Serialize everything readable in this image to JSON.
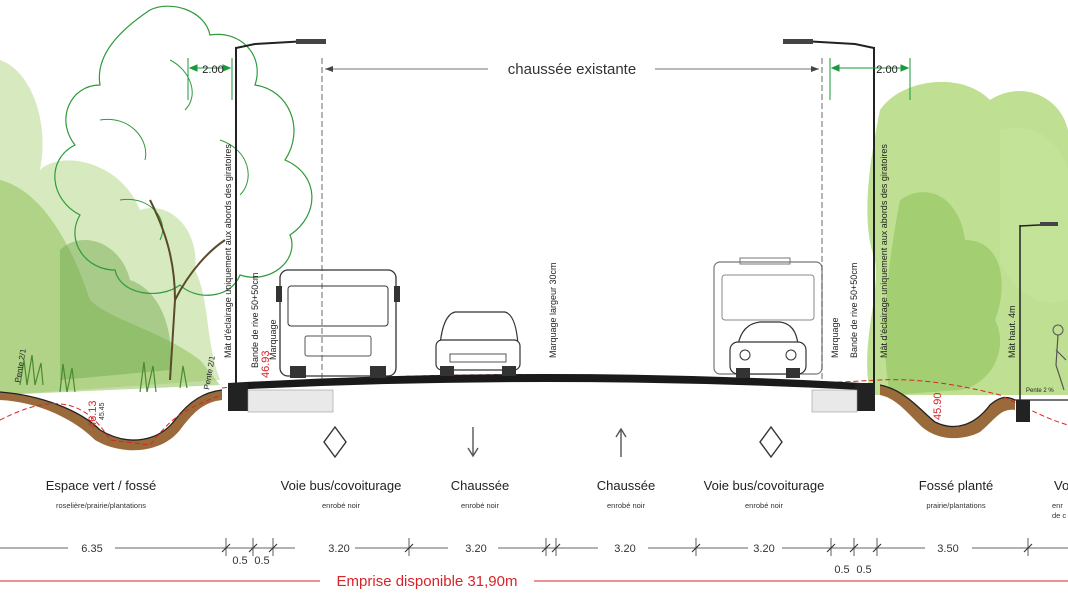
{
  "title": "chaussée existante",
  "dims_top": {
    "left": "2.00",
    "right": "2.00"
  },
  "vertical_labels": {
    "mast_left": "Mât d'éclairage uniquement aux abords des giratoires",
    "band_left": "Bande de rive 50+50cm",
    "mark_left": "Marquage",
    "mark_center": "Marquage largeur 30cm",
    "mark_right": "Marquage",
    "band_right": "Bande de rive 50+50cm",
    "mast_right": "Mât d'éclairage uniquement aux abords des giratoires",
    "mast_small": "Mât haut. 4m"
  },
  "slopes": {
    "left_far": "Pente 2/1",
    "left_near": "Pente 2/1",
    "right": "Pente 2 %"
  },
  "levels": {
    "l1": "46.93",
    "l2": "46.13",
    "l2b": "45.45",
    "r1": "45.90"
  },
  "lanes": [
    {
      "name": "Espace vert / fossé",
      "sub": "roselière/prairie/plantations"
    },
    {
      "name": "Voie bus/covoiturage",
      "sub": "enrobé noir"
    },
    {
      "name": "Chaussée",
      "sub": "enrobé noir"
    },
    {
      "name": "Chaussée",
      "sub": "enrobé noir"
    },
    {
      "name": "Voie bus/covoiturage",
      "sub": "enrobé noir"
    },
    {
      "name": "Fossé planté",
      "sub": "prairie/plantations"
    },
    {
      "name": "Vo",
      "sub": "enr",
      "sub2": "de c"
    }
  ],
  "widths": {
    "w1": "6.35",
    "w2a": "0.5",
    "w2b": "0.5",
    "w3": "3.20",
    "w4": "3.20",
    "w5": "3.20",
    "w6": "3.20",
    "w7a": "0.5",
    "w7b": "0.5",
    "w8": "3.50"
  },
  "emprise": "Emprise disponible 31,90m",
  "colors": {
    "accent_red": "#d6252a",
    "dim_green": "#1a9a3a",
    "foliage": "#9ccd5a",
    "soil": "#9a6a3a"
  }
}
